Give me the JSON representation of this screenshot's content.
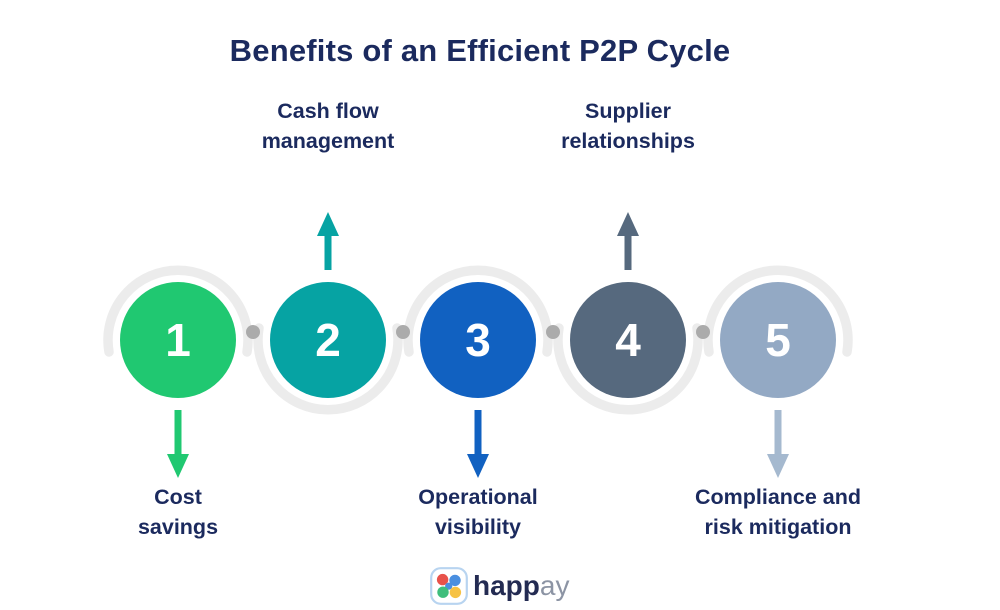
{
  "title": "Benefits of an Efficient P2P Cycle",
  "colors": {
    "background": "#FFFFFF",
    "title_text": "#1B2A5E",
    "label_text": "#1B2A5E",
    "ring": "#ECECEC",
    "dot": "#ABABAB",
    "number_text": "#FFFFFF"
  },
  "steps": [
    {
      "number": "1",
      "color": "#20C871",
      "arrow_color": "#20C871",
      "arrow_direction": "down",
      "label_line1": "Cost",
      "label_line2": "savings"
    },
    {
      "number": "2",
      "color": "#06A3A3",
      "arrow_color": "#06A3A3",
      "arrow_direction": "up",
      "label_line1": "Cash flow",
      "label_line2": "management"
    },
    {
      "number": "3",
      "color": "#1161C1",
      "arrow_color": "#1161C1",
      "arrow_direction": "down",
      "label_line1": "Operational",
      "label_line2": "visibility"
    },
    {
      "number": "4",
      "color": "#56697E",
      "arrow_color": "#56697E",
      "arrow_direction": "up",
      "label_line1": "Supplier",
      "label_line2": "relationships"
    },
    {
      "number": "5",
      "color": "#93A9C4",
      "arrow_color": "#A5B9CF",
      "arrow_direction": "down",
      "label_line1": "Compliance and",
      "label_line2": "risk mitigation"
    }
  ],
  "logo": {
    "text_primary": "happ",
    "text_secondary": "ay",
    "text_primary_color": "#232B52",
    "text_secondary_color": "#8C94A4",
    "icon": {
      "border": "#B8D4F0",
      "red_dot": "#E8524A",
      "blue_dot": "#4A8FE0",
      "green_dot": "#3FBE7C",
      "yellow_dot": "#F6C244"
    }
  }
}
